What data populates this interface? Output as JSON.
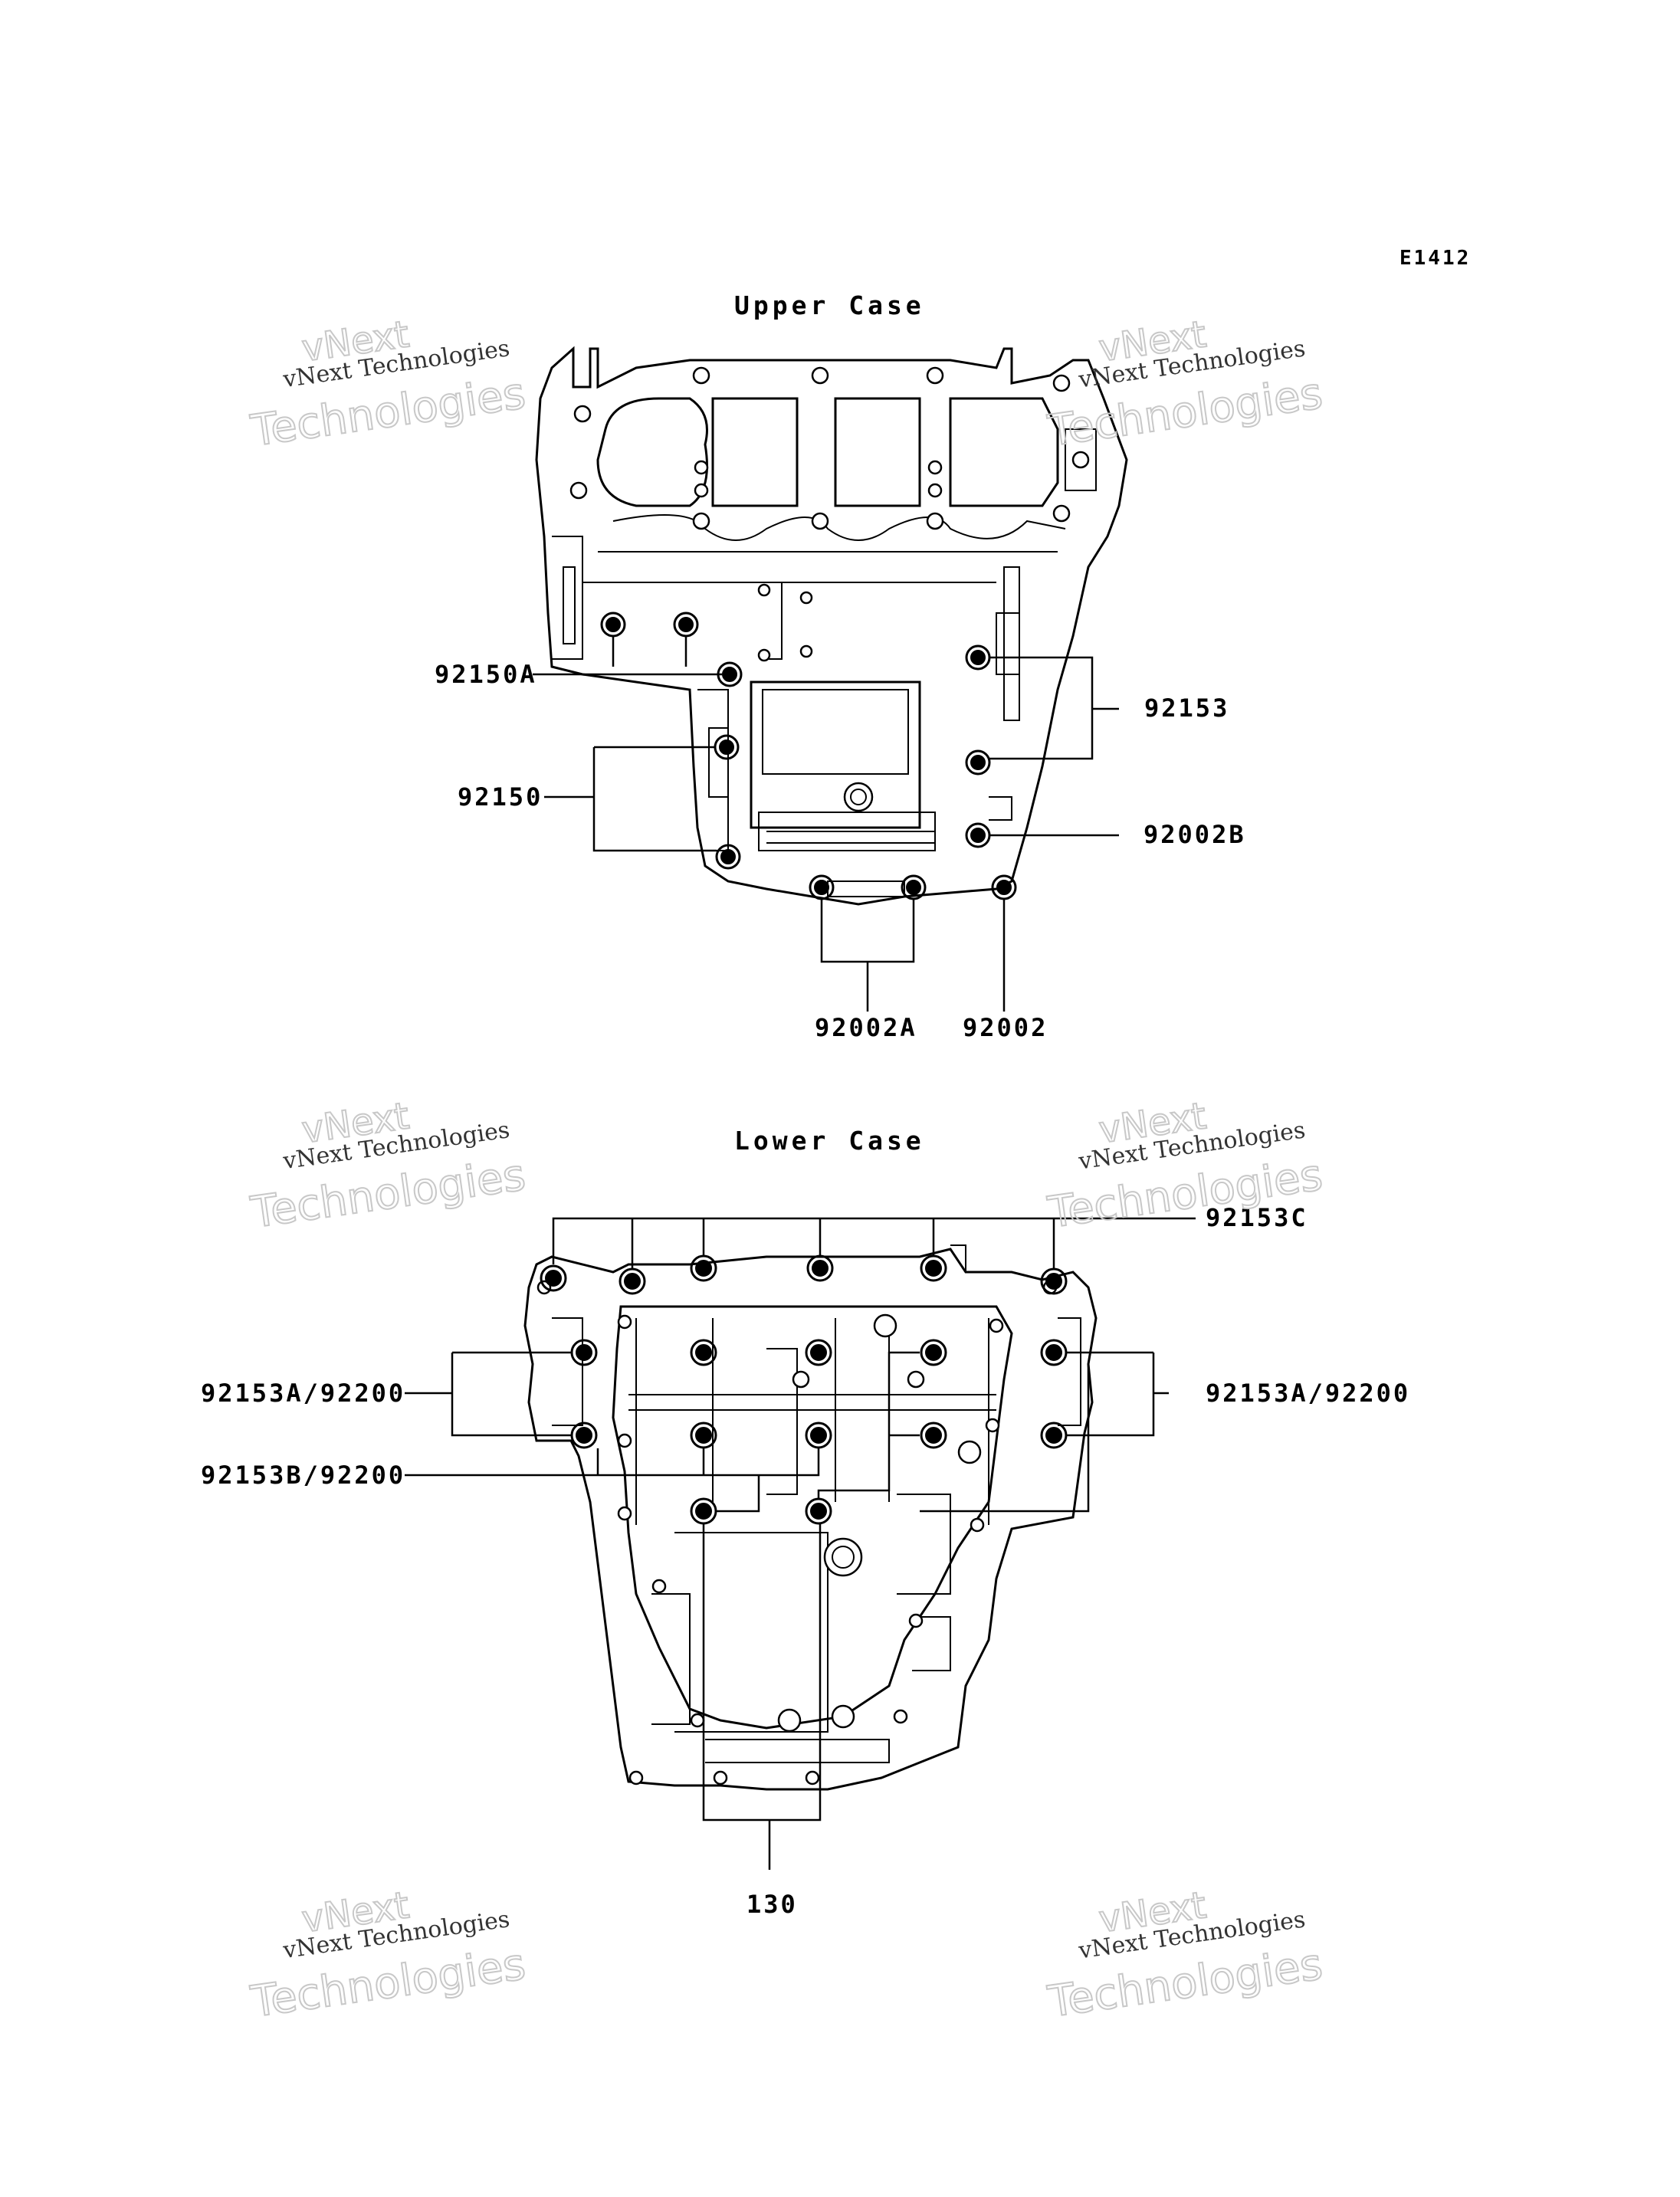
{
  "diagram_code": "E1412",
  "upper_case": {
    "title": "Upper Case",
    "labels": {
      "p92150A": "92150A",
      "p92153": "92153",
      "p92150": "92150",
      "p92002B": "92002B",
      "p92002A": "92002A",
      "p92002": "92002"
    }
  },
  "lower_case": {
    "title": "Lower Case",
    "labels": {
      "p92153C": "92153C",
      "p92153A_left": "92153A/92200",
      "p92153A_right": "92153A/92200",
      "p92153B": "92153B/92200",
      "p130": "130"
    }
  },
  "watermark": {
    "small": "vNext Technologies",
    "top": "vNext",
    "bottom": "Technologies"
  }
}
